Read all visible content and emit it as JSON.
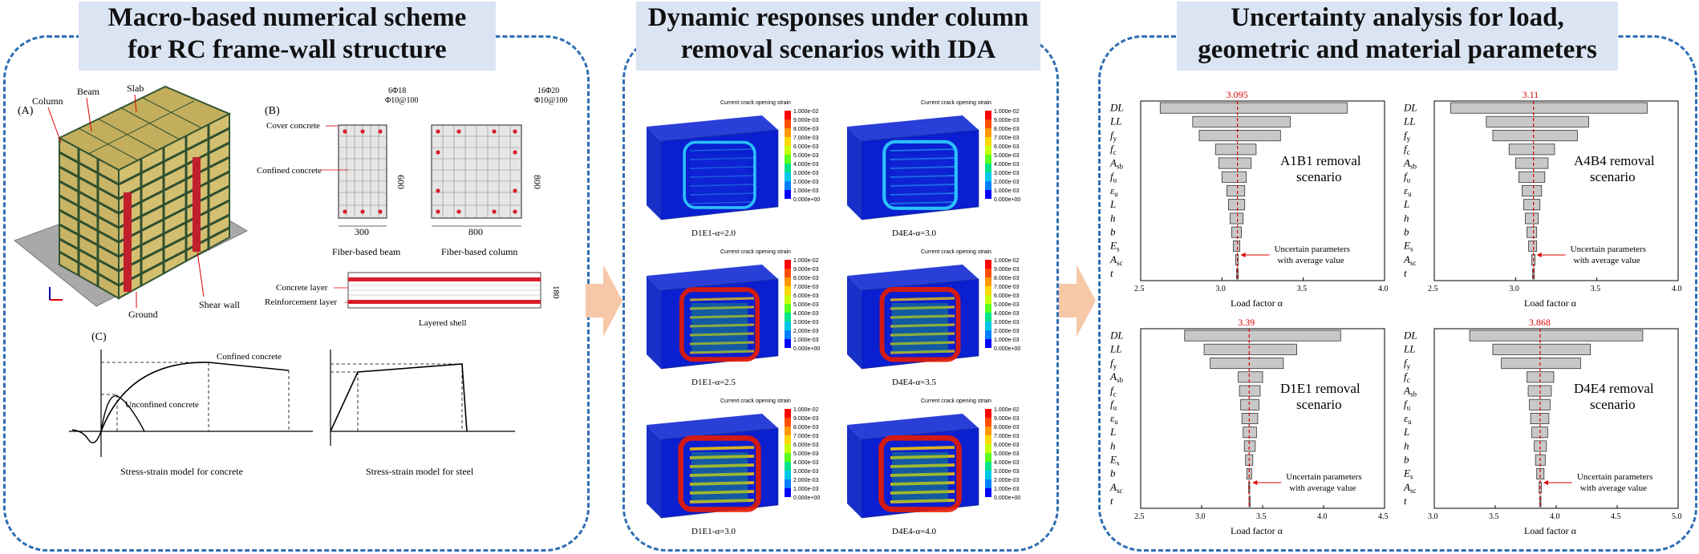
{
  "titles": {
    "p1": [
      "Macro-based numerical scheme",
      "for RC frame-wall structure"
    ],
    "p2": [
      "Dynamic responses under column",
      "removal scenarios with IDA"
    ],
    "p3": [
      "Uncertainty analysis for load,",
      "geometric and material parameters"
    ]
  },
  "p1": {
    "A": {
      "tag": "(A)",
      "labels": {
        "column": "Column",
        "beam": "Beam",
        "slab": "Slab",
        "ground": "Ground",
        "shear_wall": "Shear wall"
      }
    },
    "B": {
      "tag": "(B)",
      "beam": {
        "caption": "Fiber-based beam",
        "width": "300",
        "height": "600",
        "bars": "6Φ18",
        "stirrup": "Φ10@100"
      },
      "column": {
        "caption": "Fiber-based column",
        "width": "800",
        "height": "800",
        "bars": "16Φ20",
        "stirrup": "Φ10@100"
      },
      "cover_label": "Cover concrete",
      "confined_label": "Confined concrete",
      "shell": {
        "caption": "Layered shell",
        "concrete": "Concrete layer",
        "reinforcement": "Reinforcement layer",
        "thickness": "180"
      }
    },
    "C": {
      "tag": "(C)",
      "concrete": {
        "caption": "Stress-strain model for concrete",
        "confined": "Confined concrete",
        "unconfined": "Unconfined concrete"
      },
      "steel": {
        "caption": "Stress-strain model for steel"
      }
    }
  },
  "p2": {
    "legend_title": "Current crack opening strain",
    "legend_values": [
      "1.000e-02",
      "9.000e-03",
      "8.000e-03",
      "7.000e-03",
      "6.000e-03",
      "5.000e-03",
      "4.000e-03",
      "3.000e-03",
      "2.000e-03",
      "1.000e-03",
      "0.000e+00"
    ],
    "legend_colors": [
      "#ff0000",
      "#ff4d00",
      "#ff9900",
      "#ffd800",
      "#c8ff00",
      "#5aff1e",
      "#00e58a",
      "#00c8e6",
      "#0080ff",
      "#0000ff"
    ],
    "cases": [
      {
        "label": "D1E1-α=2.0"
      },
      {
        "label": "D4E4-α=3.0"
      },
      {
        "label": "D1E1-α=2.5"
      },
      {
        "label": "D4E4-α=3.5"
      },
      {
        "label": "D1E1-α=3.0"
      },
      {
        "label": "D4E4-α=4.0"
      }
    ]
  },
  "p3": {
    "param_labels": [
      "DL",
      "LL",
      "f_y",
      "f_c",
      "A_sb",
      "f_u",
      "ε_u",
      "L",
      "h",
      "b",
      "E_s",
      "A_sc",
      "t"
    ],
    "xlabel": "Load factor α",
    "annotation": [
      "Uncertain parameters",
      "with average value"
    ],
    "tornado": [
      {
        "scenario": [
          "A1B1 removal",
          "scenario"
        ],
        "mean": 3.095,
        "mean_label": "3.095",
        "xlim": [
          2.5,
          4.0
        ],
        "ticks": [
          "2.5",
          "3.0",
          "3.5",
          "4.0"
        ],
        "params": [
          "DL",
          "LL",
          "f_y",
          "f_c",
          "A_sb",
          "f_u",
          "ε_u",
          "L",
          "h",
          "b",
          "E_s",
          "A_sc",
          "t"
        ],
        "low": [
          2.62,
          2.82,
          2.86,
          2.96,
          2.98,
          3.0,
          3.03,
          3.04,
          3.05,
          3.06,
          3.07,
          3.085,
          3.09
        ],
        "high": [
          3.77,
          3.42,
          3.36,
          3.21,
          3.18,
          3.15,
          3.14,
          3.14,
          3.13,
          3.12,
          3.11,
          3.1,
          3.1
        ]
      },
      {
        "scenario": [
          "A4B4 removal",
          "scenario"
        ],
        "mean": 3.11,
        "mean_label": "3.11",
        "xlim": [
          2.5,
          4.0
        ],
        "ticks": [
          "2.5",
          "3.0",
          "3.5",
          "4.0"
        ],
        "params": [
          "DL",
          "LL",
          "f_y",
          "f_c",
          "A_sb",
          "f_u",
          "ε_u",
          "L",
          "h",
          "b",
          "E_s",
          "A_sc",
          "t"
        ],
        "low": [
          2.6,
          2.82,
          2.86,
          2.96,
          3.0,
          3.02,
          3.04,
          3.05,
          3.06,
          3.07,
          3.08,
          3.1,
          3.105
        ],
        "high": [
          3.81,
          3.45,
          3.38,
          3.24,
          3.2,
          3.18,
          3.16,
          3.15,
          3.14,
          3.13,
          3.13,
          3.12,
          3.115
        ]
      },
      {
        "scenario": [
          "D1E1 removal",
          "scenario"
        ],
        "mean": 3.39,
        "mean_label": "3.39",
        "xlim": [
          2.5,
          4.5
        ],
        "ticks": [
          "2.5",
          "3.0",
          "3.5",
          "4.0",
          "4.5"
        ],
        "params": [
          "DL",
          "LL",
          "f_y",
          "A_sb",
          "f_c",
          "f_u",
          "ε_u",
          "L",
          "h",
          "E_s",
          "b",
          "A_sc",
          "t"
        ],
        "low": [
          2.86,
          3.02,
          3.07,
          3.3,
          3.31,
          3.32,
          3.33,
          3.34,
          3.35,
          3.36,
          3.37,
          3.385,
          3.388
        ],
        "high": [
          4.14,
          3.78,
          3.67,
          3.5,
          3.48,
          3.47,
          3.46,
          3.45,
          3.44,
          3.42,
          3.41,
          3.395,
          3.392
        ]
      },
      {
        "scenario": [
          "D4E4 removal",
          "scenario"
        ],
        "mean": 3.868,
        "mean_label": "3.868",
        "xlim": [
          3.0,
          5.0
        ],
        "ticks": [
          "3.0",
          "3.5",
          "4.0",
          "4.5",
          "5.0"
        ],
        "params": [
          "DL",
          "LL",
          "f_y",
          "f_c",
          "A_sb",
          "f_u",
          "ε_u",
          "L",
          "h",
          "b",
          "E_s",
          "A_sc",
          "t"
        ],
        "low": [
          3.29,
          3.48,
          3.55,
          3.76,
          3.77,
          3.78,
          3.79,
          3.8,
          3.82,
          3.83,
          3.84,
          3.86,
          3.865
        ],
        "high": [
          4.71,
          4.28,
          4.2,
          3.98,
          3.96,
          3.95,
          3.94,
          3.93,
          3.92,
          3.91,
          3.9,
          3.88,
          3.872
        ]
      }
    ]
  },
  "chart_data": [
    {
      "type": "bar",
      "title": "",
      "xlabel": "Load factor α",
      "orientation": "horizontal-tornado",
      "scenario": "A1B1 removal scenario",
      "mean": 3.095,
      "xlim": [
        2.5,
        4.0
      ],
      "categories": [
        "DL",
        "LL",
        "f_y",
        "f_c",
        "A_sb",
        "f_u",
        "ε_u",
        "L",
        "h",
        "b",
        "E_s",
        "A_sc",
        "t"
      ],
      "series": [
        {
          "name": "low",
          "values": [
            2.62,
            2.82,
            2.86,
            2.96,
            2.98,
            3.0,
            3.03,
            3.04,
            3.05,
            3.06,
            3.07,
            3.085,
            3.09
          ]
        },
        {
          "name": "high",
          "values": [
            3.77,
            3.42,
            3.36,
            3.21,
            3.18,
            3.15,
            3.14,
            3.14,
            3.13,
            3.12,
            3.11,
            3.1,
            3.1
          ]
        }
      ]
    },
    {
      "type": "bar",
      "title": "",
      "xlabel": "Load factor α",
      "orientation": "horizontal-tornado",
      "scenario": "A4B4 removal scenario",
      "mean": 3.11,
      "xlim": [
        2.5,
        4.0
      ],
      "categories": [
        "DL",
        "LL",
        "f_y",
        "f_c",
        "A_sb",
        "f_u",
        "ε_u",
        "L",
        "h",
        "b",
        "E_s",
        "A_sc",
        "t"
      ],
      "series": [
        {
          "name": "low",
          "values": [
            2.6,
            2.82,
            2.86,
            2.96,
            3.0,
            3.02,
            3.04,
            3.05,
            3.06,
            3.07,
            3.08,
            3.1,
            3.105
          ]
        },
        {
          "name": "high",
          "values": [
            3.81,
            3.45,
            3.38,
            3.24,
            3.2,
            3.18,
            3.16,
            3.15,
            3.14,
            3.13,
            3.13,
            3.12,
            3.115
          ]
        }
      ]
    },
    {
      "type": "bar",
      "title": "",
      "xlabel": "Load factor α",
      "orientation": "horizontal-tornado",
      "scenario": "D1E1 removal scenario",
      "mean": 3.39,
      "xlim": [
        2.5,
        4.5
      ],
      "categories": [
        "DL",
        "LL",
        "f_y",
        "A_sb",
        "f_c",
        "f_u",
        "ε_u",
        "L",
        "h",
        "E_s",
        "b",
        "A_sc",
        "t"
      ],
      "series": [
        {
          "name": "low",
          "values": [
            2.86,
            3.02,
            3.07,
            3.3,
            3.31,
            3.32,
            3.33,
            3.34,
            3.35,
            3.36,
            3.37,
            3.385,
            3.388
          ]
        },
        {
          "name": "high",
          "values": [
            4.14,
            3.78,
            3.67,
            3.5,
            3.48,
            3.47,
            3.46,
            3.45,
            3.44,
            3.42,
            3.41,
            3.395,
            3.392
          ]
        }
      ]
    },
    {
      "type": "bar",
      "title": "",
      "xlabel": "Load factor α",
      "orientation": "horizontal-tornado",
      "scenario": "D4E4 removal scenario",
      "mean": 3.868,
      "xlim": [
        3.0,
        5.0
      ],
      "categories": [
        "DL",
        "LL",
        "f_y",
        "f_c",
        "A_sb",
        "f_u",
        "ε_u",
        "L",
        "h",
        "b",
        "E_s",
        "A_sc",
        "t"
      ],
      "series": [
        {
          "name": "low",
          "values": [
            3.29,
            3.48,
            3.55,
            3.76,
            3.77,
            3.78,
            3.79,
            3.8,
            3.82,
            3.83,
            3.84,
            3.86,
            3.865
          ]
        },
        {
          "name": "high",
          "values": [
            4.71,
            4.28,
            4.2,
            3.98,
            3.96,
            3.95,
            3.94,
            3.93,
            3.92,
            3.91,
            3.9,
            3.88,
            3.872
          ]
        }
      ]
    }
  ]
}
